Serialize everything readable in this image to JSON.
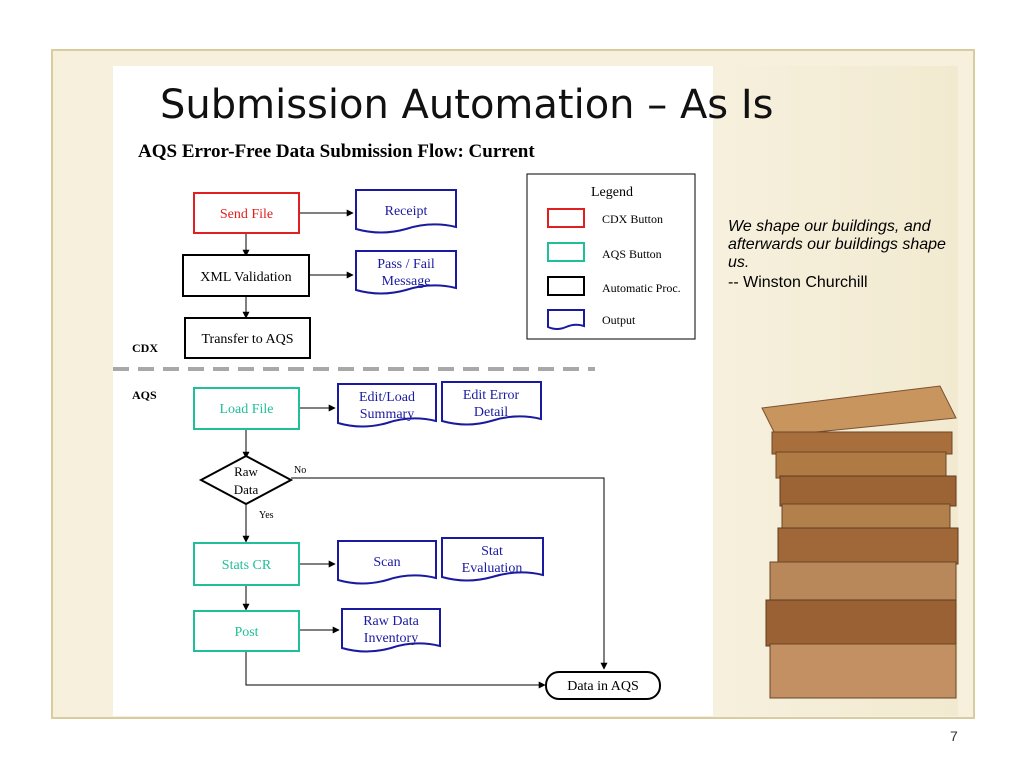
{
  "slide": {
    "title": "Submission Automation – As Is",
    "subtitle": "AQS Error-Free Data Submission Flow: Current",
    "page_number": "7",
    "quote": {
      "text": "We shape our buildings, and afterwards our buildings shape us.",
      "author": "-- Winston Churchill"
    }
  },
  "diagram": {
    "zones": {
      "cdx": "CDX",
      "aqs": "AQS"
    },
    "nodes": {
      "send_file": "Send File",
      "receipt": "Receipt",
      "xml_validation": "XML Validation",
      "pass_fail": [
        "Pass / Fail",
        "Message"
      ],
      "transfer_to_aqs": "Transfer to AQS",
      "load_file": "Load File",
      "edit_load_summary": [
        "Edit/Load",
        "Summary"
      ],
      "edit_error_detail": [
        "Edit Error",
        "Detail"
      ],
      "raw_data": [
        "Raw",
        "Data"
      ],
      "stats_cr": "Stats CR",
      "scan": "Scan",
      "stat_evaluation": [
        "Stat",
        "Evaluation"
      ],
      "post": "Post",
      "raw_data_inventory": [
        "Raw Data",
        "Inventory"
      ],
      "data_in_aqs": "Data in AQS"
    },
    "edge_labels": {
      "no": "No",
      "yes": "Yes"
    },
    "legend": {
      "title": "Legend",
      "items": [
        "CDX Button",
        "AQS Button",
        "Automatic Proc.",
        "Output"
      ]
    },
    "colors": {
      "cdx_button": "#e02020",
      "aqs_button": "#1fbf9a",
      "automatic": "#000000",
      "output": "#1a1aa0",
      "frame_border": "#d8cca0",
      "frame_fill": "#f6f0dc",
      "divider": "#a8a8a8"
    }
  }
}
